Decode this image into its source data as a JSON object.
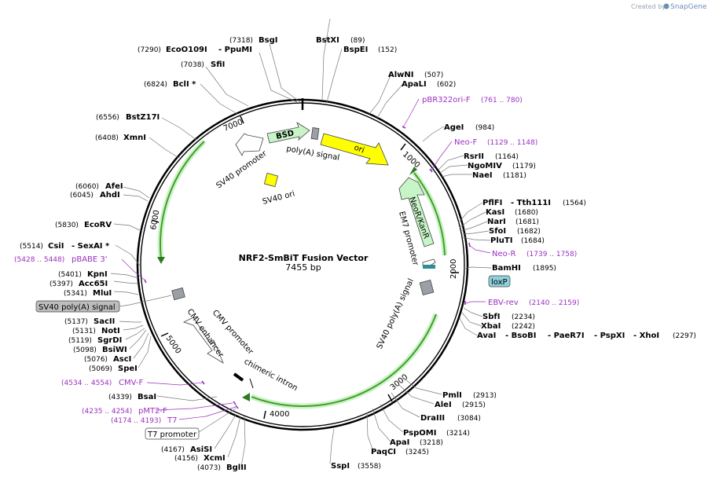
{
  "credit": {
    "prefix": "Created by",
    "brand": "SnapGene"
  },
  "map": {
    "title": "NRF2-SmBiT Fusion Vector",
    "length": "7455 bp"
  },
  "ticks": [
    "1000",
    "2000",
    "3000",
    "4000",
    "5000",
    "6000",
    "7000"
  ],
  "sites_top_left": [
    {
      "name": "BsgI",
      "pos": "(7318)"
    },
    {
      "name": "EcoO109I",
      "pos": "(7290)"
    },
    {
      "name": "- PpuMI",
      "pos": ""
    },
    {
      "name": "SfiI",
      "pos": "(7038)"
    },
    {
      "name": "BclI *",
      "pos": "(6824)"
    },
    {
      "name": "BstZ17I",
      "pos": "(6556)"
    },
    {
      "name": "XmnI",
      "pos": "(6408)"
    },
    {
      "name": "AfeI",
      "pos": "(6060)"
    },
    {
      "name": "AhdI",
      "pos": "(6045)"
    },
    {
      "name": "EcoRV",
      "pos": "(5830)"
    },
    {
      "name": "CsiI",
      "pos": "(5514)"
    },
    {
      "name": "- SexAI *",
      "pos": ""
    },
    {
      "name": "KpnI",
      "pos": "(5401)"
    },
    {
      "name": "Acc65I",
      "pos": "(5397)"
    },
    {
      "name": "MluI",
      "pos": "(5341)"
    }
  ],
  "sites_bottom_left": [
    {
      "name": "SacII",
      "pos": "(5137)"
    },
    {
      "name": "NotI",
      "pos": "(5131)"
    },
    {
      "name": "SgrDI",
      "pos": "(5119)"
    },
    {
      "name": "BsiWI",
      "pos": "(5098)"
    },
    {
      "name": "AscI",
      "pos": "(5076)"
    },
    {
      "name": "SpeI",
      "pos": "(5069)"
    },
    {
      "name": "BsaI",
      "pos": "(4339)"
    },
    {
      "name": "AsiSI",
      "pos": "(4167)"
    },
    {
      "name": "XcmI",
      "pos": "(4156)"
    },
    {
      "name": "BglII",
      "pos": "(4073)"
    }
  ],
  "sites_top_right": [
    {
      "name": "BstXI",
      "pos": "(89)"
    },
    {
      "name": "BspEI",
      "pos": "(152)"
    },
    {
      "name": "AlwNI",
      "pos": "(507)"
    },
    {
      "name": "ApaLI",
      "pos": "(602)"
    },
    {
      "name": "AgeI",
      "pos": "(984)"
    },
    {
      "name": "RsrII",
      "pos": "(1164)"
    },
    {
      "name": "NgoMIV",
      "pos": "(1179)"
    },
    {
      "name": "NaeI",
      "pos": "(1181)"
    },
    {
      "name": "PflFI",
      "pos": ""
    },
    {
      "name": "- Tth111I",
      "pos": "(1564)"
    },
    {
      "name": "KasI",
      "pos": "(1680)"
    },
    {
      "name": "NarI",
      "pos": "(1681)"
    },
    {
      "name": "SfoI",
      "pos": "(1682)"
    },
    {
      "name": "PluTI",
      "pos": "(1684)"
    },
    {
      "name": "BamHI",
      "pos": "(1895)"
    }
  ],
  "sites_bottom_right": [
    {
      "name": "SbfI",
      "pos": "(2234)"
    },
    {
      "name": "XbaI",
      "pos": "(2242)"
    },
    {
      "name": "AvaI",
      "pos": ""
    },
    {
      "name": "- BsoBI",
      "pos": ""
    },
    {
      "name": "- PaeR7I",
      "pos": ""
    },
    {
      "name": "- PspXI",
      "pos": ""
    },
    {
      "name": "- XhoI",
      "pos": "(2297)"
    },
    {
      "name": "PmlI",
      "pos": "(2913)"
    },
    {
      "name": "AleI",
      "pos": "(2915)"
    },
    {
      "name": "DraIII",
      "pos": "(3084)"
    },
    {
      "name": "PspOMI",
      "pos": "(3214)"
    },
    {
      "name": "ApaI",
      "pos": "(3218)"
    },
    {
      "name": "PaqCI",
      "pos": "(3245)"
    },
    {
      "name": "SspI",
      "pos": "(3558)"
    }
  ],
  "primers": [
    {
      "name": "pBR322ori-F",
      "range": "(761 .. 780)"
    },
    {
      "name": "Neo-F",
      "range": "(1129 .. 1148)"
    },
    {
      "name": "Neo-R",
      "range": "(1739 .. 1758)"
    },
    {
      "name": "EBV-rev",
      "range": "(2140 .. 2159)"
    },
    {
      "name": "pBABE 3'",
      "range": "(5428 .. 5448)"
    },
    {
      "name": "CMV-F",
      "range": "(4534 .. 4554)"
    },
    {
      "name": "pMT2-F",
      "range": "(4235 .. 4254)"
    },
    {
      "name": "T7",
      "range": "(4174 .. 4193)"
    }
  ],
  "boxed": {
    "loxp": "loxP",
    "sv40pa": "SV40 poly(A) signal",
    "t7": "T7 promoter"
  },
  "features": {
    "bsd": "BSD",
    "ori": "ori",
    "polya": "poly(A) signal",
    "sv40promoter": "SV40 promoter",
    "sv40ori": "SV40 ori",
    "neor": "NeoR/KanR",
    "em7": "EM7 promoter",
    "sv40polya": "SV40 poly(A) signal",
    "cmvenh": "CMV enhancer",
    "cmvprom": "CMV promoter",
    "chimeric": "chimeric intron"
  },
  "colors": {
    "ori": "#ffff00",
    "marker": "#c8f5c8",
    "orf_arc": "#4a9a2a",
    "primer": "#9b30c0",
    "loxp": "#8ed0dc"
  }
}
